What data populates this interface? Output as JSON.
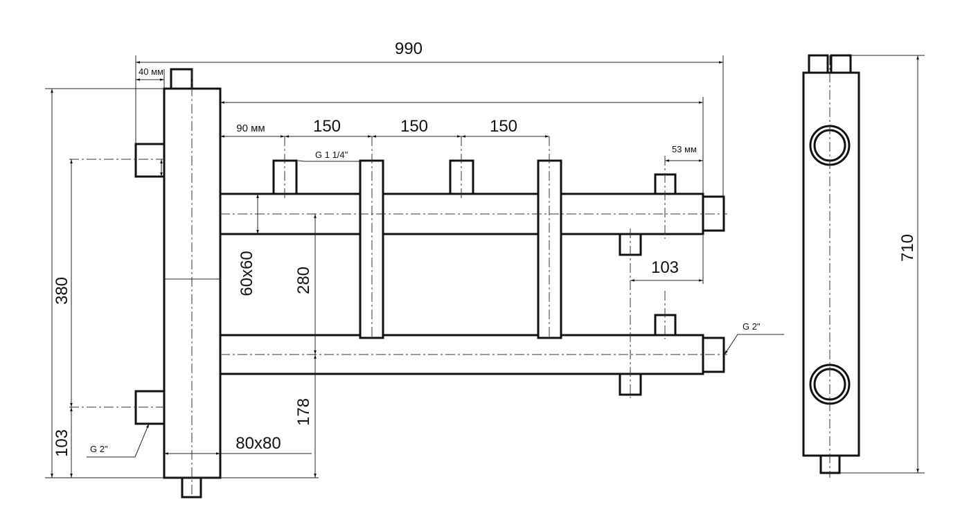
{
  "dimensions": {
    "overall_width": "990",
    "offset_40": "40 мм",
    "offset_90": "90 мм",
    "pitch_1": "150",
    "pitch_2": "150",
    "pitch_3": "150",
    "offset_53": "53 мм",
    "offset_103_h": "103",
    "height_380": "380",
    "height_103_v": "103",
    "section_60": "60x60",
    "height_280": "280",
    "height_178": "178",
    "section_80": "80x80",
    "side_height": "710"
  },
  "thread_labels": {
    "top_nozzle": "G 1 1/4\"",
    "left_nozzle": "G 2\"",
    "right_nozzle": "G 2\""
  }
}
